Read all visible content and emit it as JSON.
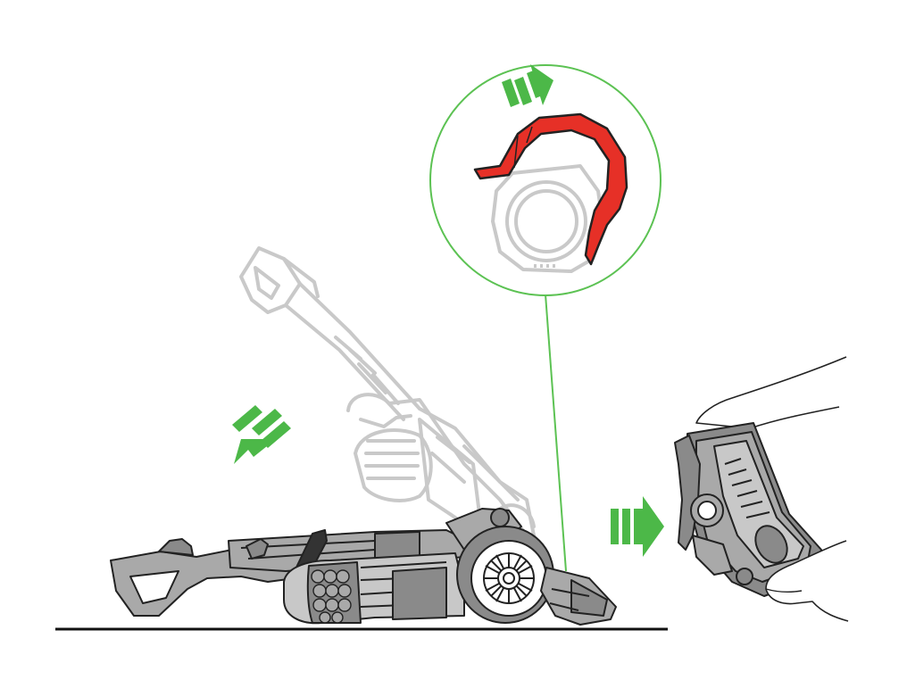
{
  "colors": {
    "background": "#ffffff",
    "arrow_green": "#4cb848",
    "callout_green": "#5cc253",
    "latch_red": "#e63027",
    "machine_dark": "#8a8a8a",
    "machine_mid": "#a9a9a9",
    "machine_light": "#c8c8c8",
    "ghost_outline": "#c9c9c9",
    "outline": "#222222",
    "floor": "#111111"
  },
  "icons": [
    "tilt-down-arrow-icon",
    "release-arrow-icon",
    "remove-arrow-icon"
  ],
  "scene": {
    "steps": [
      "recline-vacuum",
      "rotate-red-latch",
      "pull-out-cleaner-head"
    ]
  }
}
